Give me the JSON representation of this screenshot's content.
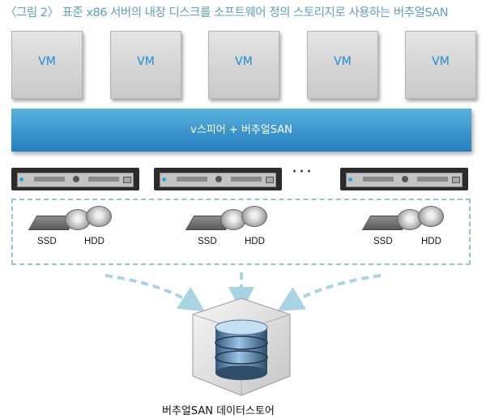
{
  "caption": "〈그림 2〉 표준 x86 서버의 내장 디스크를 소프트웨어 정의 스토리지로 사용하는 버추얼SAN",
  "vms": [
    "VM",
    "VM",
    "VM",
    "VM",
    "VM"
  ],
  "vsan_layer": "v스피어 + 버추얼SAN",
  "ellipsis": "···",
  "disks": [
    {
      "ssd": "SSD",
      "hdd": "HDD"
    },
    {
      "ssd": "SSD",
      "hdd": "HDD"
    },
    {
      "ssd": "SSD",
      "hdd": "HDD"
    }
  ],
  "datastore_label": "버추얼SAN 데이터스토어",
  "colors": {
    "caption": "#5fa0bd",
    "vsan_bar": "#3594cf",
    "vm_text": "#1a8fd0",
    "dashed_border": "#8fc6dd"
  }
}
